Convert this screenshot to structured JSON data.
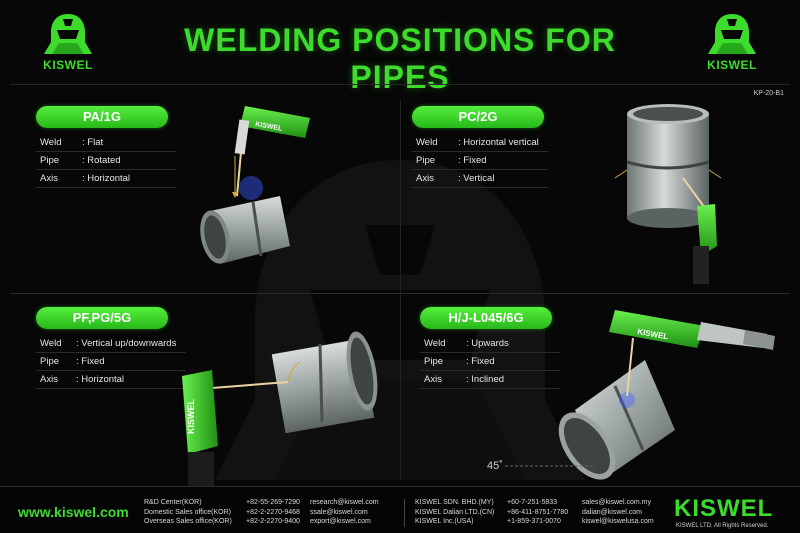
{
  "header": {
    "title": "WELDING POSITIONS FOR PIPES",
    "brand_logo_text": "KISWEL",
    "doc_code": "KP-20-B1"
  },
  "positions": [
    {
      "badge": "PA/1G",
      "rows": [
        {
          "key": "Weld",
          "value": ": Flat"
        },
        {
          "key": "Pipe",
          "value": ": Rotated"
        },
        {
          "key": "Axis",
          "value": ": Horizontal"
        }
      ]
    },
    {
      "badge": "PC/2G",
      "rows": [
        {
          "key": "Weld",
          "value": ": Horizontal vertical"
        },
        {
          "key": "Pipe",
          "value": ": Fixed"
        },
        {
          "key": "Axis",
          "value": ": Vertical"
        }
      ]
    },
    {
      "badge": "PF,PG/5G",
      "rows": [
        {
          "key": "Weld",
          "value": ": Vertical up/downwards"
        },
        {
          "key": "Pipe",
          "value": ": Fixed"
        },
        {
          "key": "Axis",
          "value": ": Horizontal"
        }
      ]
    },
    {
      "badge": "H/J-L045/6G",
      "rows": [
        {
          "key": "Weld",
          "value": ": Upwards"
        },
        {
          "key": "Pipe",
          "value": ": Fixed"
        },
        {
          "key": "Axis",
          "value": ": Inclined"
        }
      ]
    }
  ],
  "angle_label": "45˚",
  "torch_label": "KISWEL",
  "footer": {
    "website": "www.kiswel.com",
    "offices_kor": [
      "R&D Center(KOR)",
      "Domestic Sales office(KOR)",
      "Overseas Sales office(KOR)"
    ],
    "phones_kor": [
      "+82-55-269-7290",
      "+82-2-2270-9468",
      "+82-2-2270-9400"
    ],
    "emails_kor": [
      "research@kiswel.com",
      "ssale@kiswel.com",
      "export@kiswel.com"
    ],
    "offices_intl": [
      "KISWEL SDN. BHD.(MY)",
      "KISWEL Dalian LTD.(CN)",
      "KISWEL Inc.(USA)"
    ],
    "phones_intl": [
      "+60-7-251-5833",
      "+86-411-8751-7780",
      "+1-859-371-0070"
    ],
    "emails_intl": [
      "sales@kiswel.com.my",
      "dalian@kiswel.com",
      "kiswel@kiswelusa.com"
    ],
    "brand": "KISWEL",
    "rights": "KISWEL LTD. All Rights Reserved."
  },
  "colors": {
    "accent": "#3ddc2c",
    "background": "#070707"
  }
}
